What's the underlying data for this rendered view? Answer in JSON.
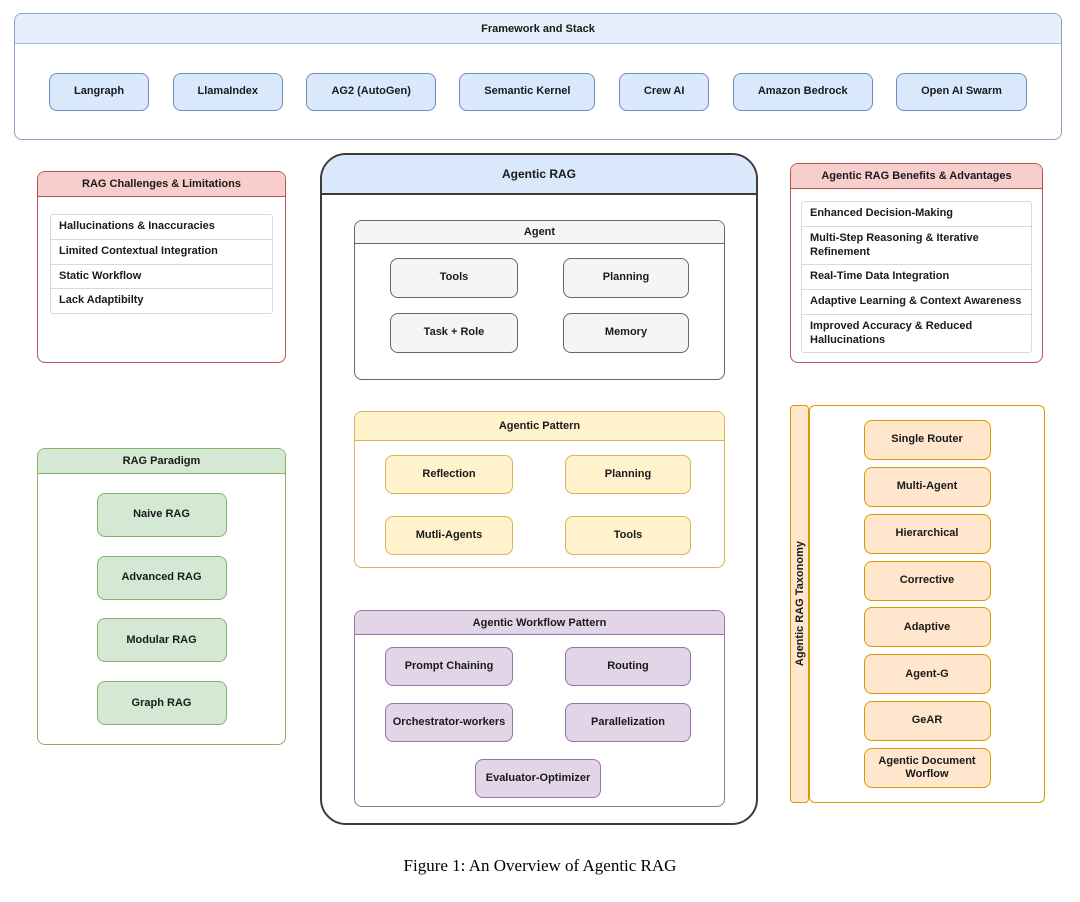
{
  "figure": {
    "caption": "Figure 1: An Overview of Agentic RAG"
  },
  "framework": {
    "title": "Framework and Stack",
    "items": [
      "Langraph",
      "LlamaIndex",
      "AG2 (AutoGen)",
      "Semantic Kernel",
      "Crew AI",
      "Amazon Bedrock",
      "Open AI Swarm"
    ]
  },
  "challenges": {
    "title": "RAG Challenges & Limitations",
    "items": [
      "Hallucinations & Inaccuracies",
      "Limited Contextual Integration",
      "Static Workflow",
      "Lack Adaptibilty"
    ]
  },
  "benefits": {
    "title": "Agentic RAG Benefits & Advantages",
    "items": [
      "Enhanced Decision-Making",
      "Multi-Step Reasoning & Iterative Refinement",
      "Real-Time Data Integration",
      "Adaptive Learning & Context Awareness",
      "Improved Accuracy & Reduced Hallucinations"
    ]
  },
  "paradigm": {
    "title": "RAG Paradigm",
    "items": [
      "Naive RAG",
      "Advanced RAG",
      "Modular RAG",
      "Graph RAG"
    ]
  },
  "agentic_rag": {
    "title": "Agentic RAG",
    "agent": {
      "title": "Agent",
      "items": [
        "Tools",
        "Planning",
        "Task + Role",
        "Memory"
      ]
    },
    "pattern": {
      "title": "Agentic Pattern",
      "items": [
        "Reflection",
        "Planning",
        "Mutli-Agents",
        "Tools"
      ]
    },
    "workflow": {
      "title": "Agentic Workflow Pattern",
      "items": [
        "Prompt Chaining",
        "Routing",
        "Orchestrator-workers",
        "Parallelization",
        "Evaluator-Optimizer"
      ]
    }
  },
  "taxonomy": {
    "title": "Agentic RAG Taxonomy",
    "items": [
      "Single Router",
      "Multi-Agent",
      "Hierarchical",
      "Corrective",
      "Adaptive",
      "Agent-G",
      "GeAR",
      "Agentic Document Worflow"
    ]
  },
  "colors": {
    "blue_fill": "#dae8fc",
    "blue_stroke": "#6c8ebf",
    "red_fill": "#f8cecc",
    "red_stroke": "#b85450",
    "green_fill": "#d5e8d4",
    "green_stroke": "#82b366",
    "yellow_fill": "#fff2cc",
    "yellow_stroke": "#d6b656",
    "orange_fill": "#ffe6cc",
    "orange_stroke": "#d79b00",
    "purple_fill": "#e1d5e7",
    "purple_stroke": "#9673a6",
    "gray_fill": "#f5f5f5",
    "gray_stroke": "#666666",
    "dark_stroke": "#3b3b3b"
  }
}
